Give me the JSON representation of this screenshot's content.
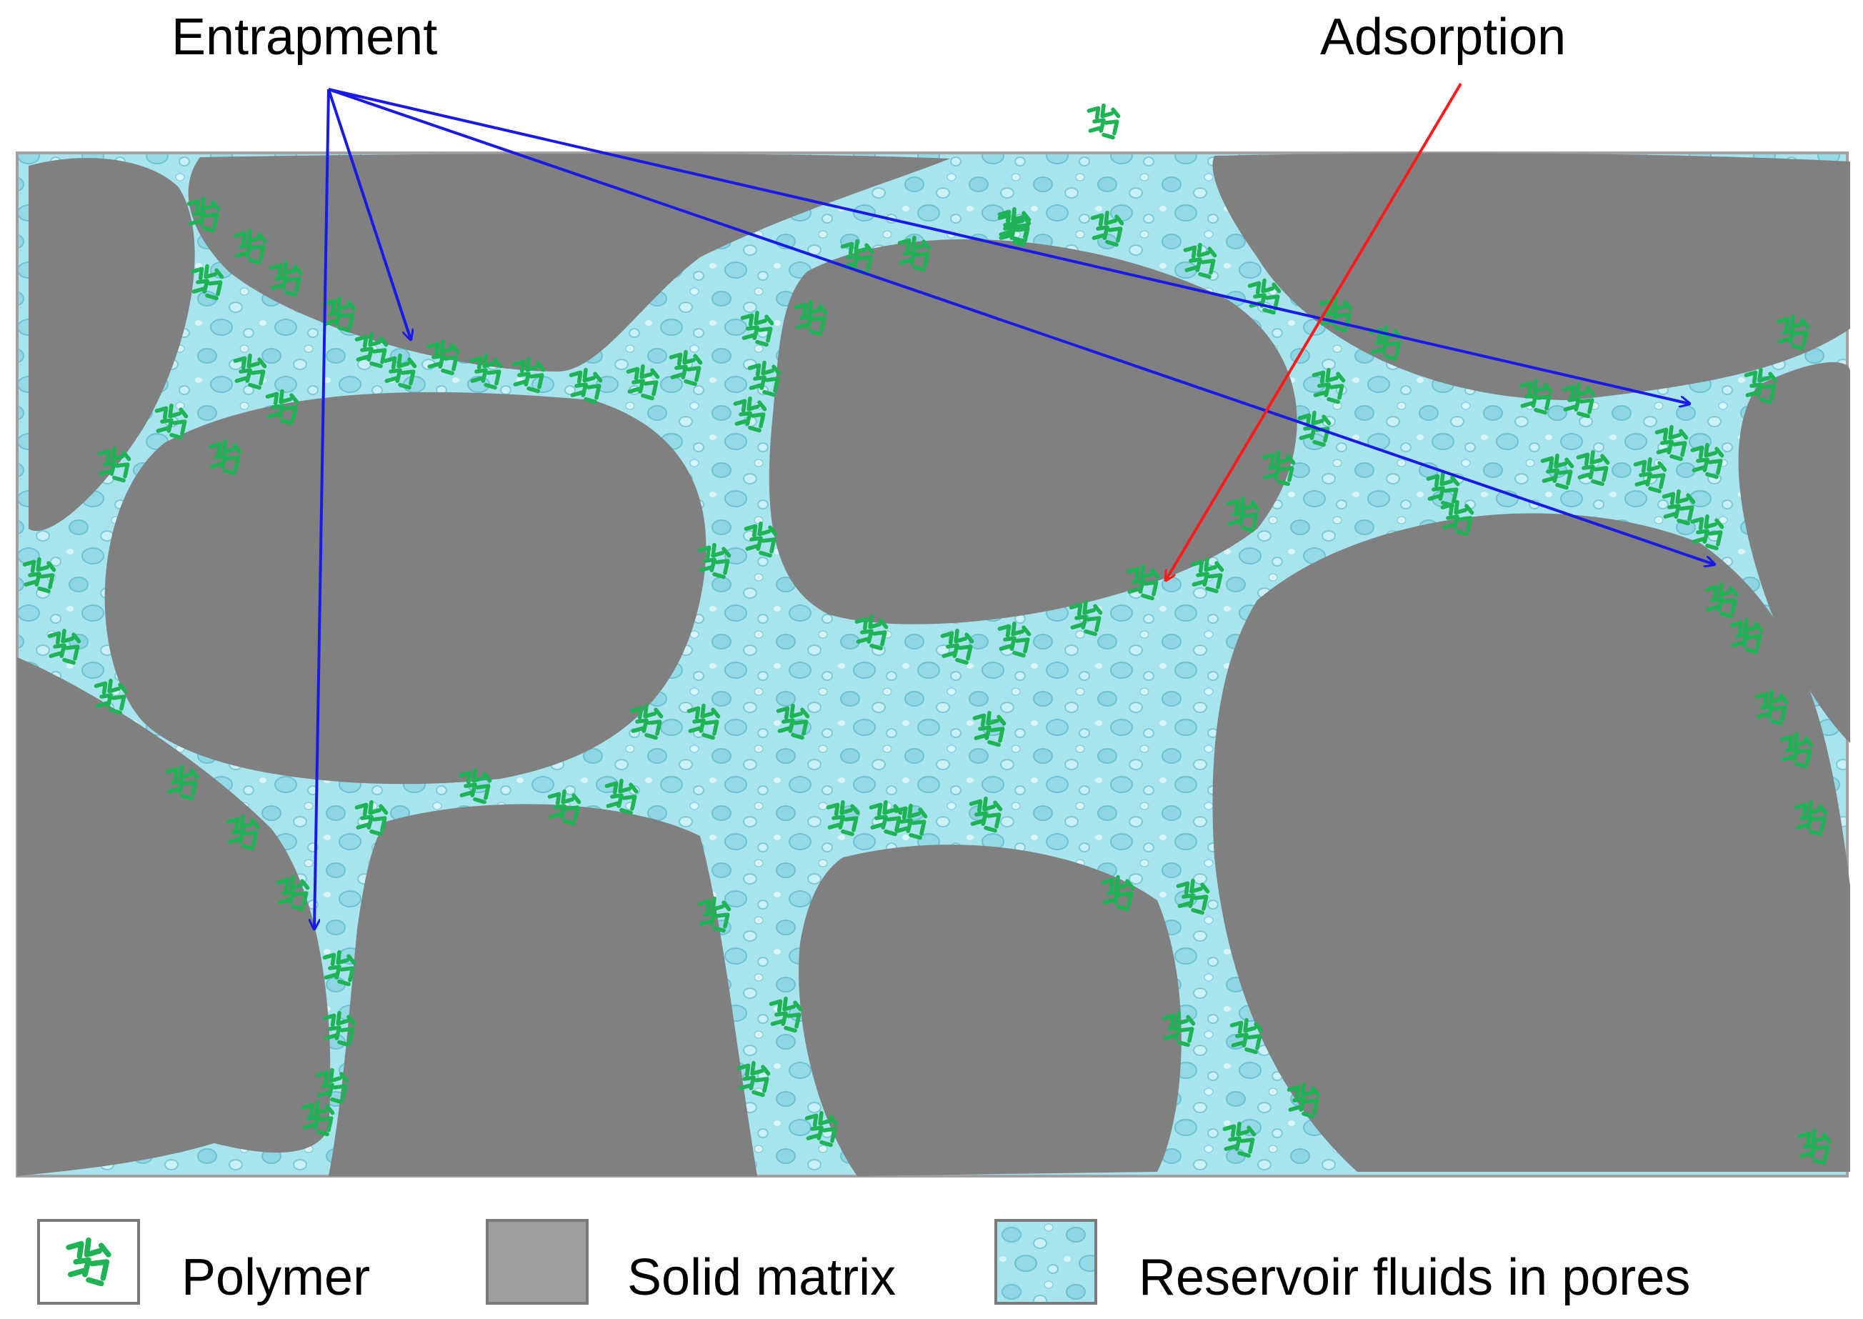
{
  "labels": {
    "entrapment": "Entrapment",
    "adsorption": "Adsorption"
  },
  "legend": {
    "polymer": "Polymer",
    "solid_matrix": "Solid matrix",
    "reservoir_fluids": "Reservoir fluids in pores"
  },
  "colors": {
    "solid": "#808080",
    "fluid": "#a8e4ee",
    "fluid_dark": "#6cc8d8",
    "polymer": "#1fb356",
    "entrapment_arrow": "#1a1ae6",
    "adsorption_arrow": "#ff1a1a"
  },
  "icons": {
    "polymer": "polymer-coil-icon"
  }
}
